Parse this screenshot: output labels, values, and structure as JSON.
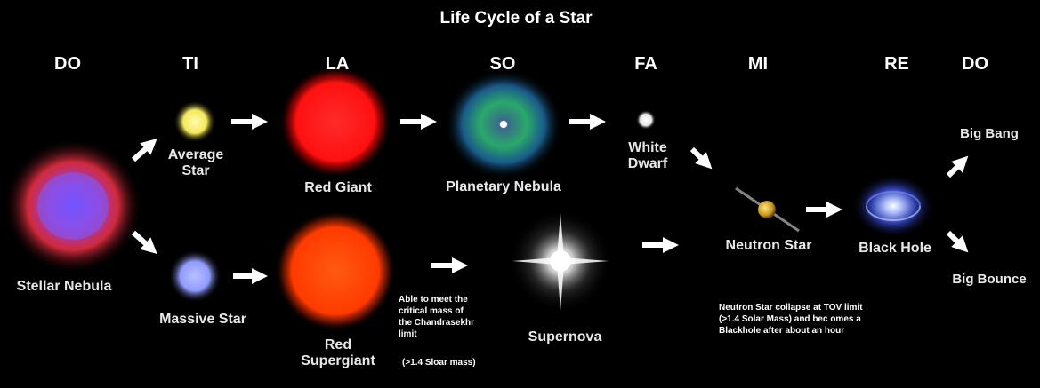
{
  "title": "Life Cycle of a Star",
  "notes": [
    "DO",
    "TI",
    "LA",
    "SO",
    "FA",
    "MI",
    "RE",
    "DO"
  ],
  "stages": {
    "stellar_nebula": "Stellar Nebula",
    "average_star_1": "Average",
    "average_star_2": "Star",
    "massive_star": "Massive Star",
    "red_giant": "Red Giant",
    "red_supergiant_1": "Red",
    "red_supergiant_2": "Supergiant",
    "planetary_nebula": "Planetary Nebula",
    "supernova": "Supernova",
    "white_dwarf_1": "White",
    "white_dwarf_2": "Dwarf",
    "neutron_star": "Neutron Star",
    "black_hole": "Black Hole",
    "big_bang": "Big Bang",
    "big_bounce": "Big Bounce"
  },
  "annotations": {
    "chandra_1": "Able to meet  the",
    "chandra_2": "critical mass of",
    "chandra_3": "the  Chandrasekhr",
    "chandra_4": "limit",
    "chandra_5": "(>1.4 Sloar mass)",
    "tov_1": "Neutron Star collapse at TOV limit",
    "tov_2": "(>1.4 Solar Mass) and bec omes a",
    "tov_3": "Blackhole after about an hour"
  },
  "colors": {
    "background": "#000000",
    "average_star": "#f4e85a",
    "massive_star": "#8f9cff",
    "red_giant": "#ff1a1a",
    "red_supergiant": "#ff4a10",
    "planetary_nebula": "#2aa86a",
    "arrow": "#ffffff"
  }
}
